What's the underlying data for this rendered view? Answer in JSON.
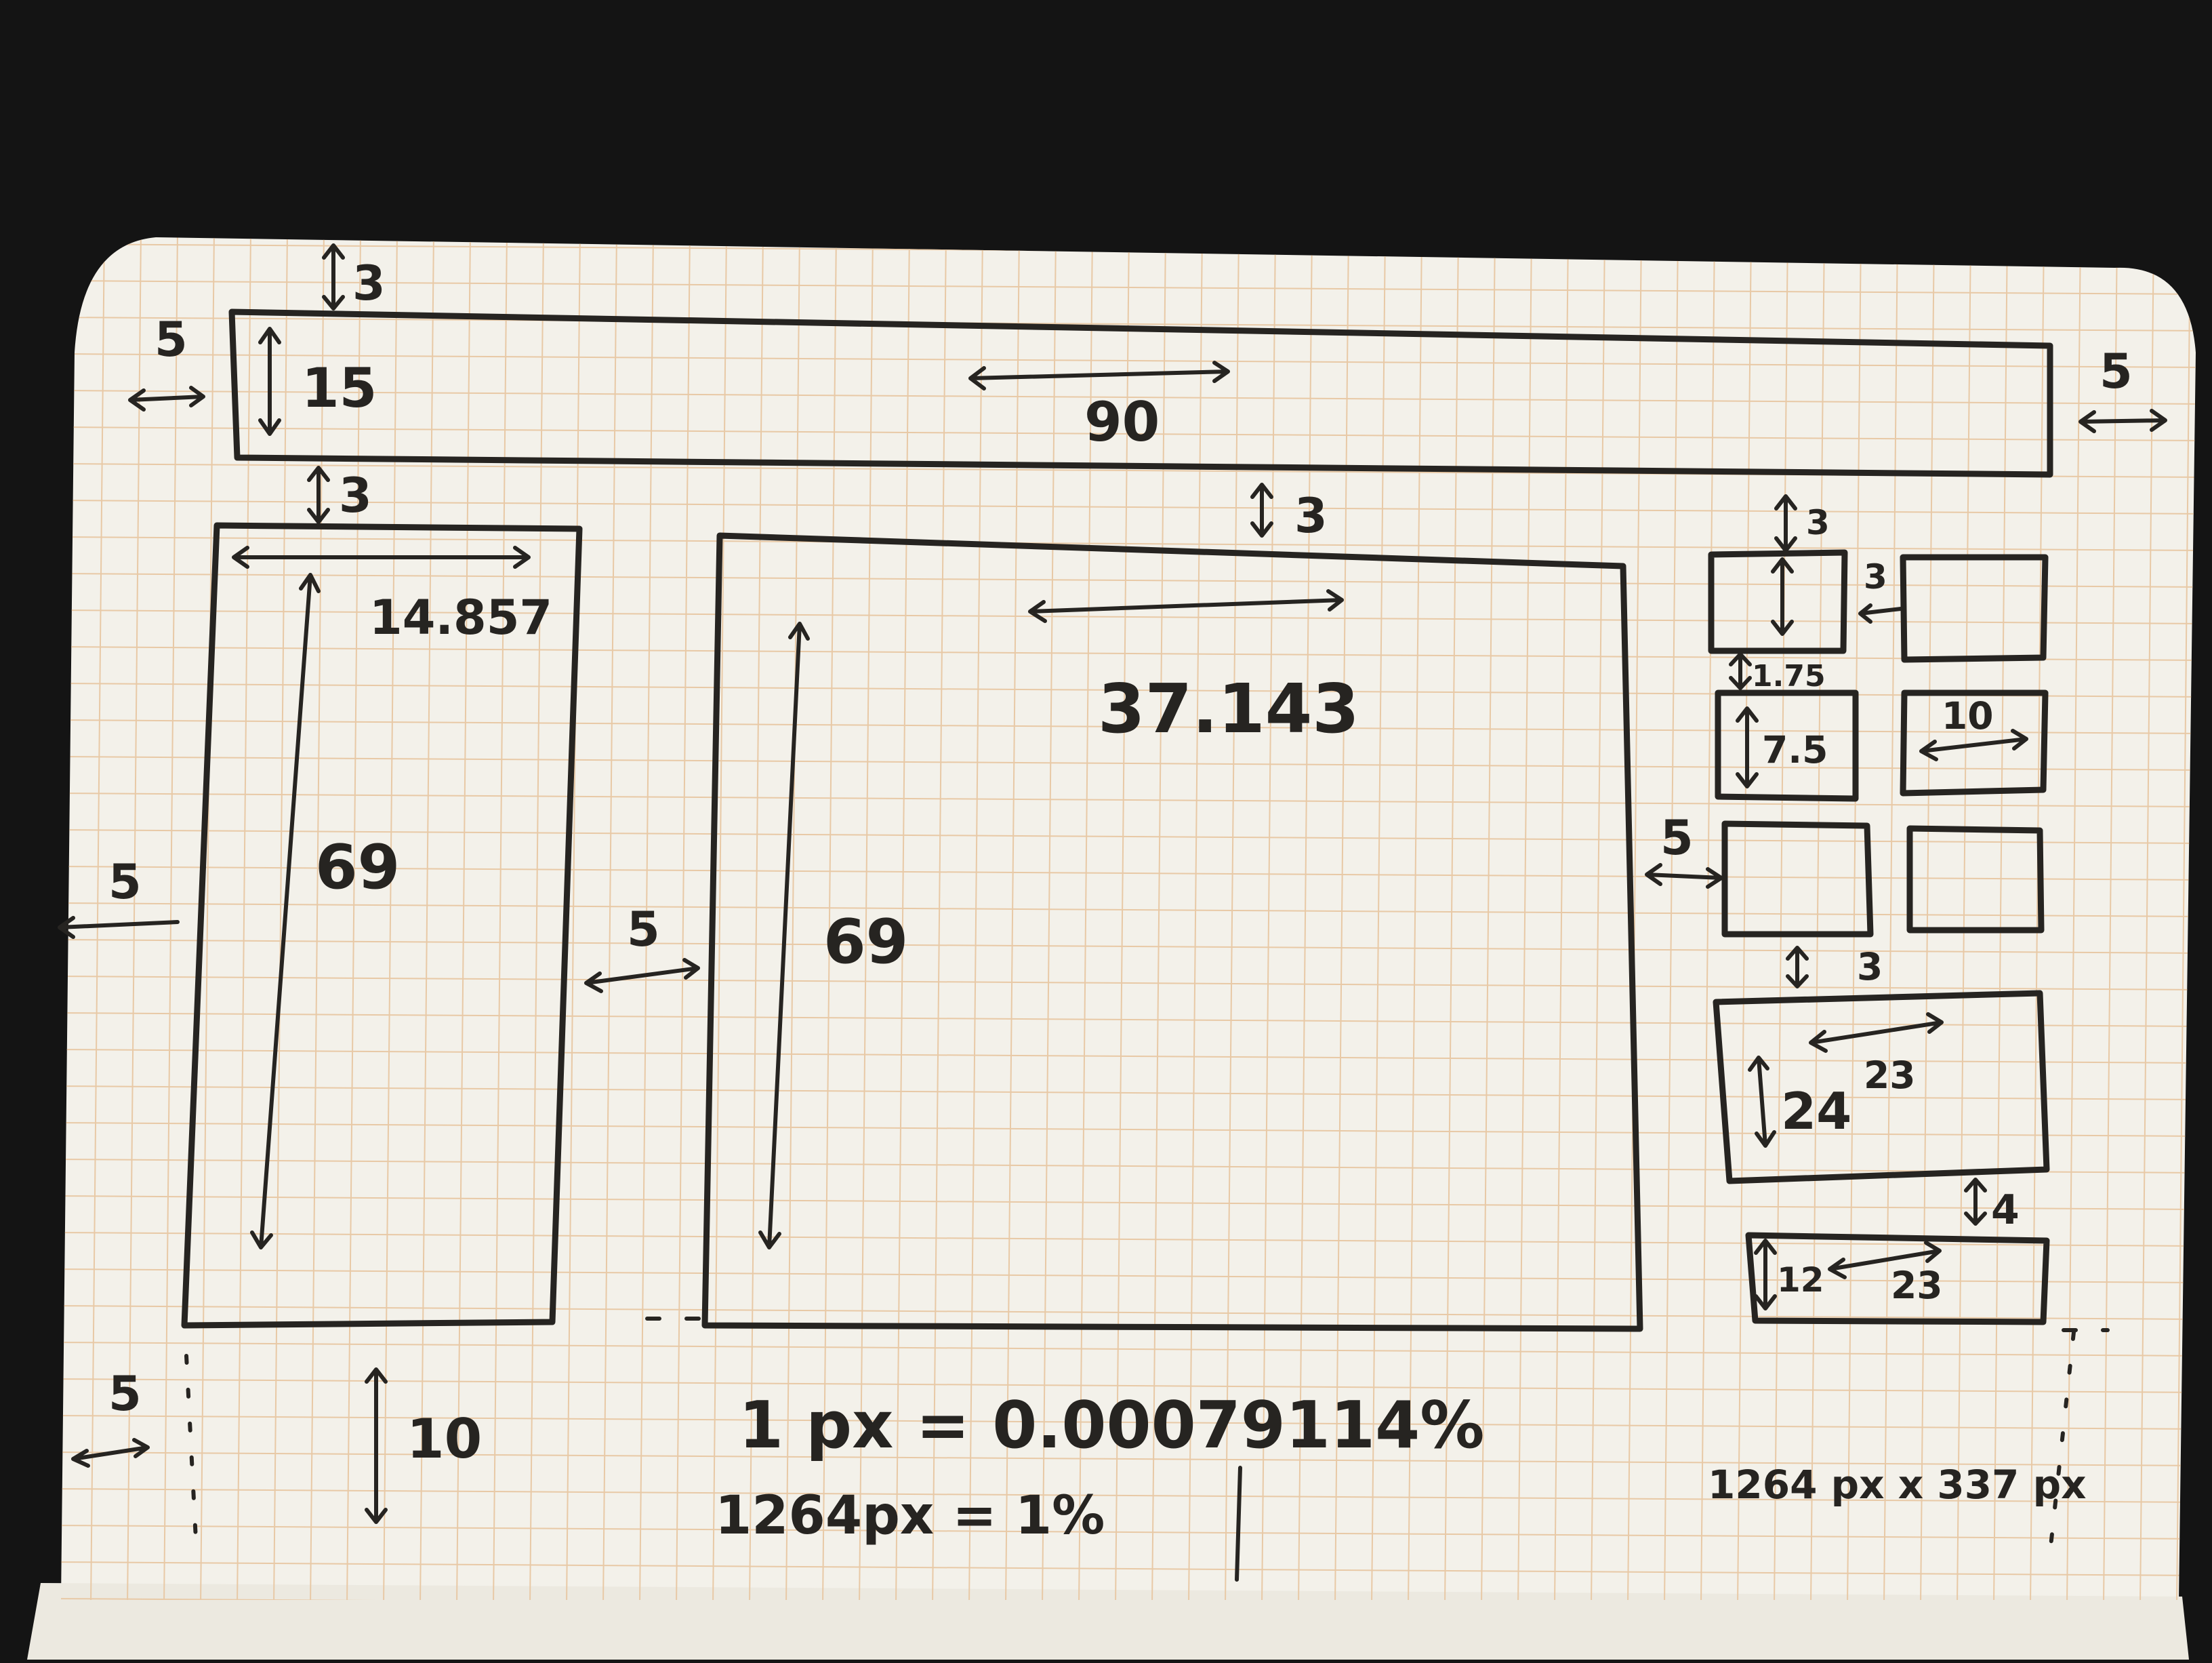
{
  "sketch": {
    "top_bar": {
      "margin_top": "3",
      "margin_left": "5",
      "height": "15",
      "width": "90",
      "margin_right": "5"
    },
    "left_panel": {
      "margin_top": "3",
      "width": "14.857",
      "height": "69",
      "margin_left": "5"
    },
    "main_panel": {
      "margin_top": "3",
      "width": "37.143",
      "height": "69",
      "gap_left": "5"
    },
    "right_column": {
      "gap_top": "3",
      "gap_between_cols": "3",
      "thumb_gap": "1.75",
      "thumb_height": "7.5",
      "thumb_width": "10",
      "gap_left": "5",
      "gap_below_thumbs": "3",
      "box_height": "24",
      "box_width": "23",
      "gap_above_small": "4",
      "small_height": "12",
      "small_width": "23"
    },
    "bottom": {
      "margin_left": "5",
      "margin_bottom": "10"
    },
    "notes": {
      "conversion": "1 px = 0.00079114%",
      "percent": "1264px = 1%",
      "size": "1264 px x 337 px"
    }
  }
}
